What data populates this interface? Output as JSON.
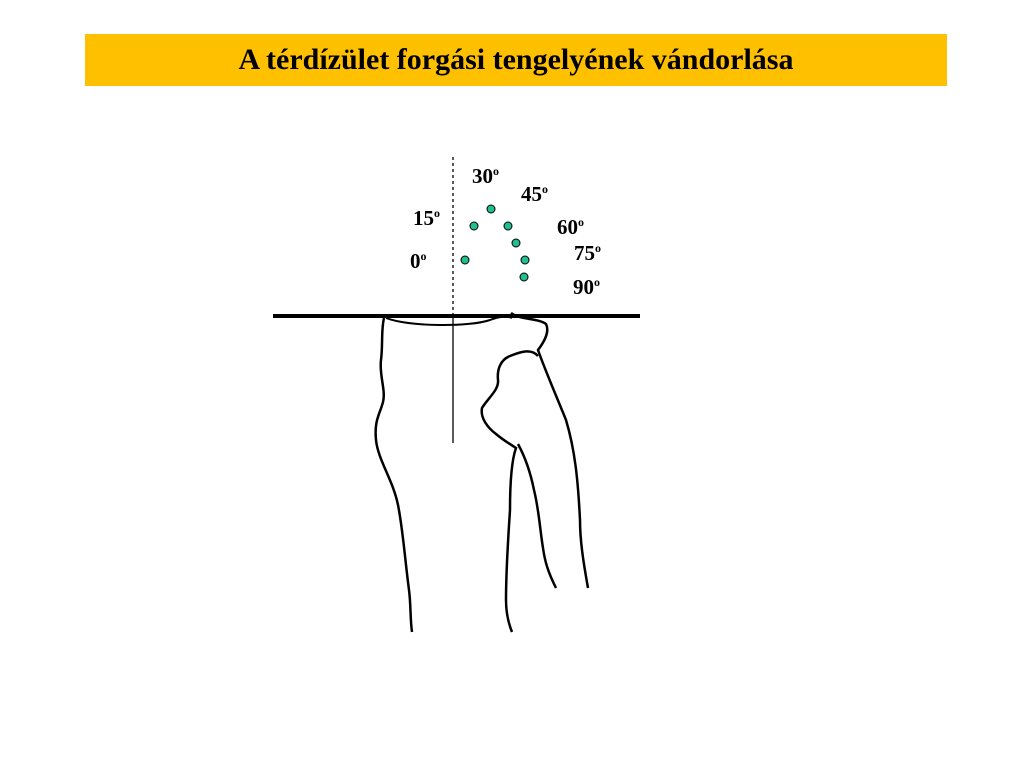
{
  "title": "A térdízület forgási tengelyének vándorlása",
  "colors": {
    "title_background": "#FFC000",
    "axis_point_fill": "#1FBF8F",
    "line": "#000000"
  },
  "angle_labels": [
    {
      "value": "0",
      "degree_mark": "o"
    },
    {
      "value": "15",
      "degree_mark": "o"
    },
    {
      "value": "30",
      "degree_mark": "o"
    },
    {
      "value": "45",
      "degree_mark": "o"
    },
    {
      "value": "60",
      "degree_mark": "o"
    },
    {
      "value": "75",
      "degree_mark": "o"
    },
    {
      "value": "90",
      "degree_mark": "o"
    }
  ]
}
